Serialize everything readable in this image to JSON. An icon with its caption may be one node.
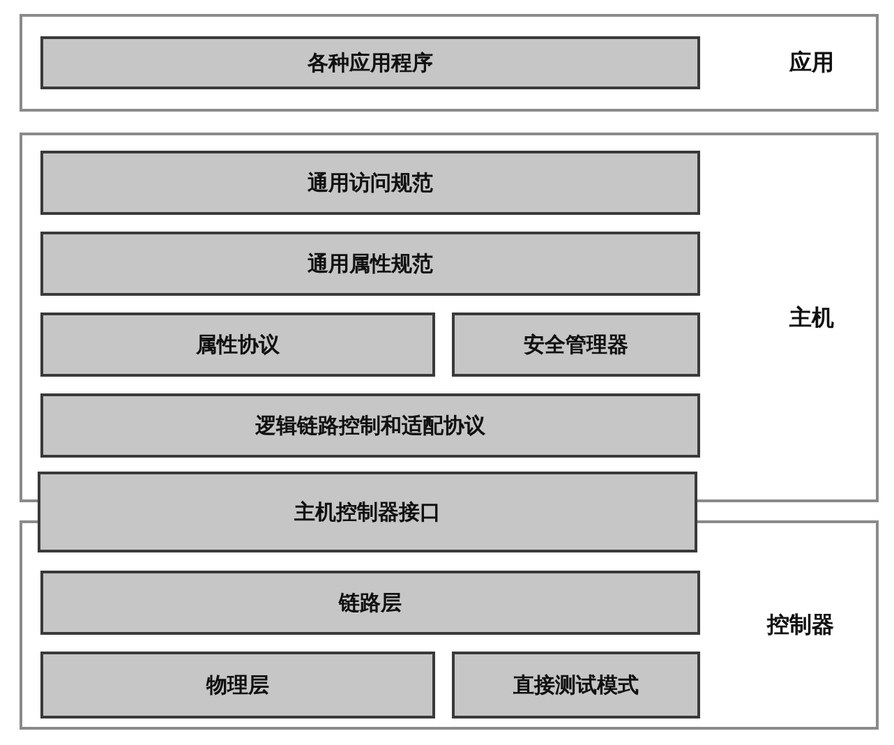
{
  "diagram": {
    "nodes": [
      {
        "text": [
          "应用"
        ]
      },
      {
        "text": [
          "各种应用程序"
        ],
        "in": 0
      },
      {
        "text": [
          "主机"
        ]
      },
      {
        "text": [
          "通用访问规范"
        ],
        "in": 2
      },
      {
        "text": [
          "通用属性规范"
        ],
        "in": 2
      },
      {
        "text": [
          "属性协议"
        ],
        "in": 2
      },
      {
        "text": [
          "安全管理器"
        ],
        "in": 2
      },
      {
        "text": [
          "逻辑链路控制和适配协议"
        ],
        "in": 2
      },
      {
        "text": [
          "主机控制器接口"
        ]
      },
      {
        "text": [
          "控制器"
        ]
      },
      {
        "text": [
          "链路层"
        ],
        "in": 9
      },
      {
        "text": [
          "物理层"
        ],
        "in": 9
      },
      {
        "text": [
          "直接测试模式"
        ],
        "in": 9
      }
    ]
  }
}
